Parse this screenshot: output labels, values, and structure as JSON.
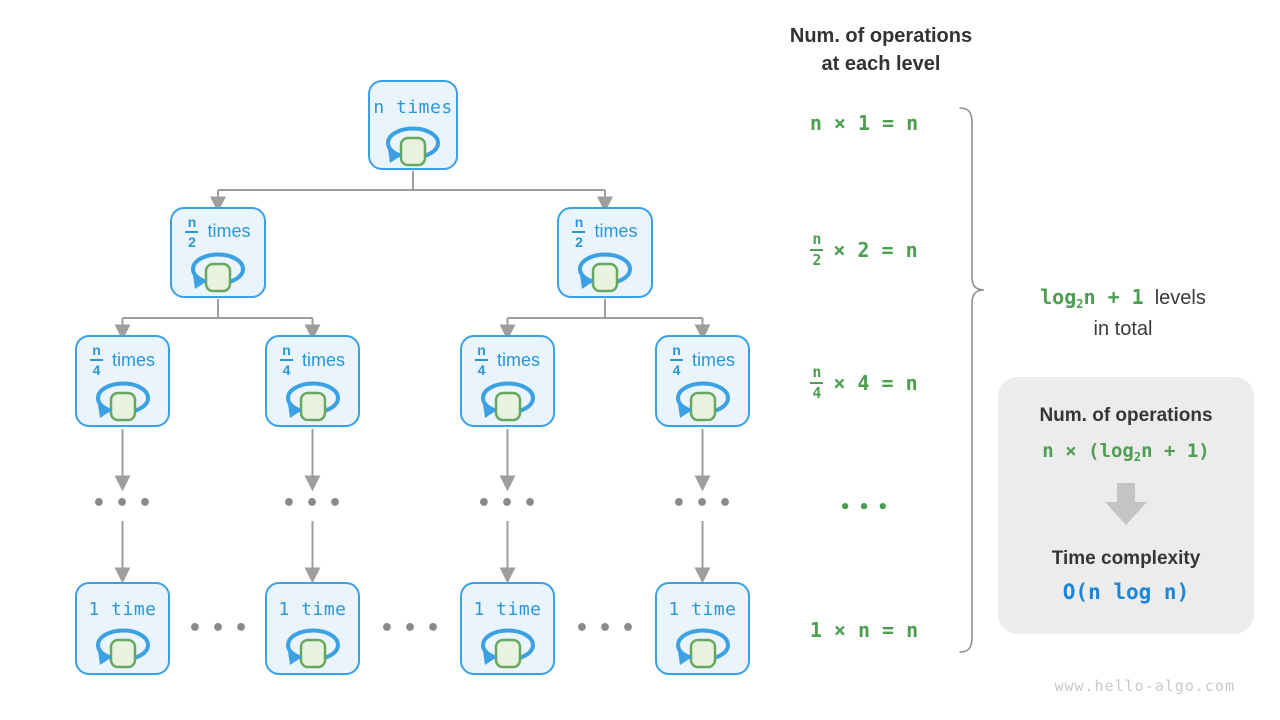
{
  "header": {
    "line1": "Num. of operations",
    "line2": "at each level"
  },
  "tree": {
    "root_label": "n times",
    "level2": {
      "num": "n",
      "den": "2",
      "suffix": "times"
    },
    "level3": {
      "num": "n",
      "den": "4",
      "suffix": "times"
    },
    "leaf_label": "1 time",
    "dots": "•••"
  },
  "annotations": {
    "row1": "n × 1 = n",
    "row2": {
      "num": "n",
      "den": "2",
      "rest": "× 2 = n"
    },
    "row3": {
      "num": "n",
      "den": "4",
      "rest": "× 4 = n"
    },
    "dots": "•••",
    "row5": "1 × n = n"
  },
  "brace_label": {
    "log": "log",
    "sub": "2",
    "tail": "n + 1",
    "rest": "levels",
    "line2": "in total"
  },
  "summary": {
    "title": "Num. of operations",
    "formula": {
      "pre": "n × (",
      "log": "log",
      "sub": "2",
      "tail": "n + 1)"
    },
    "subtitle": "Time complexity",
    "result": "O(n log n)"
  },
  "watermark": "www.hello-algo.com",
  "colors": {
    "node_border_blue": "#3BA1E3",
    "node_fill": "#EAF4FC",
    "node_text_blue": "#2B97D8",
    "loop_square_fill": "#E9F2DF",
    "loop_square_border": "#68A85E",
    "green_text": "#4D9E51",
    "connector_gray": "#9E9E9E",
    "dark_text": "#363636",
    "result_blue": "#1B86D9",
    "summary_bg": "#ECECEC",
    "block_arrow_gray": "#C4C4C4",
    "watermark_gray": "#C9C9C9"
  }
}
